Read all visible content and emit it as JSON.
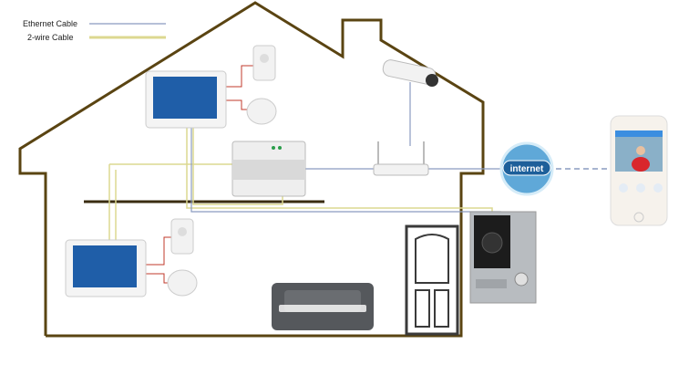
{
  "legend": {
    "items": [
      {
        "label": "Ethernet Cable",
        "color": "#8a9bc0"
      },
      {
        "label": "2-wire Cable",
        "color": "#d8d88a"
      }
    ]
  },
  "internet": {
    "label": "internet"
  },
  "colors": {
    "house": "#5a4412",
    "ethernet": "#8a9bc0",
    "two_wire": "#dcd890",
    "alarm_wire": "#c0392b"
  }
}
